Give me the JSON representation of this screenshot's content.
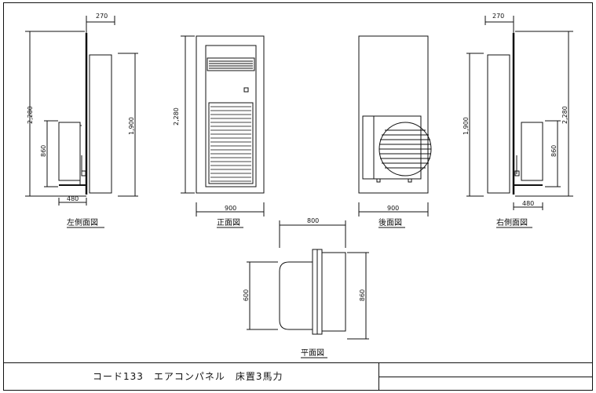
{
  "views": {
    "left_side": {
      "caption": "左側面図",
      "dims": {
        "depth_top": "270",
        "height_total": "2,280",
        "panel_height": "1,900",
        "unit_height": "860",
        "unit_depth": "480"
      }
    },
    "front": {
      "caption": "正面図",
      "dims": {
        "height_total": "2,280",
        "width": "900"
      }
    },
    "back": {
      "caption": "後面図",
      "dims": {
        "width": "900"
      }
    },
    "right_side": {
      "caption": "右側面図",
      "dims": {
        "depth_top": "270",
        "panel_height": "1,900",
        "height_total": "2,280",
        "unit_height": "860",
        "unit_depth": "480"
      }
    },
    "plan": {
      "caption": "平面図",
      "dims": {
        "width": "800",
        "unit_depth": "600",
        "depth_total": "860"
      }
    }
  },
  "title_block": {
    "title": "コード133　エアコンパネル　床置3馬力"
  }
}
